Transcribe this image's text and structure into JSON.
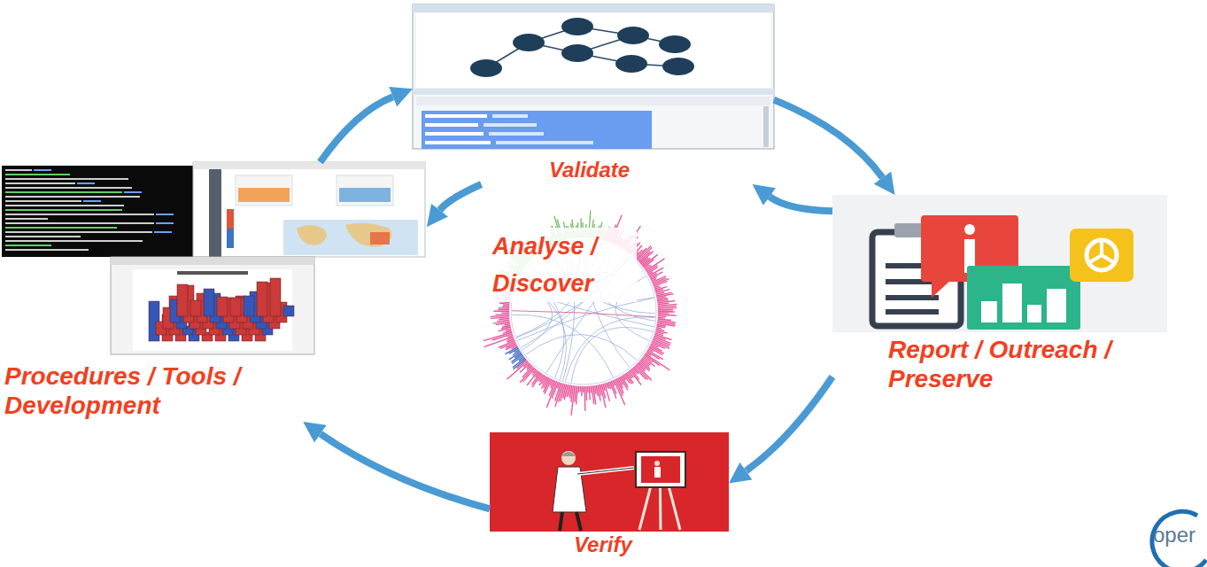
{
  "diagram": {
    "nodes": [
      {
        "text": [
          "Validate"
        ]
      },
      {
        "text": [
          "Procedures / Tools / Development"
        ]
      },
      {
        "text": [
          "Analyse / Discover"
        ]
      },
      {
        "text": [
          "Report / Outreach / Preserve"
        ]
      },
      {
        "text": [
          "Verify"
        ]
      }
    ],
    "edges": [
      {
        "from": 1,
        "to": 0,
        "arrow": "to"
      },
      {
        "from": 0,
        "to": 1,
        "arrow": "to"
      },
      {
        "from": 0,
        "to": 3,
        "arrow": "to"
      },
      {
        "from": 3,
        "to": 0,
        "arrow": "to"
      },
      {
        "from": 3,
        "to": 4,
        "arrow": "to"
      },
      {
        "from": 4,
        "to": 1,
        "arrow": "to"
      }
    ],
    "labels": [
      "oper"
    ]
  }
}
